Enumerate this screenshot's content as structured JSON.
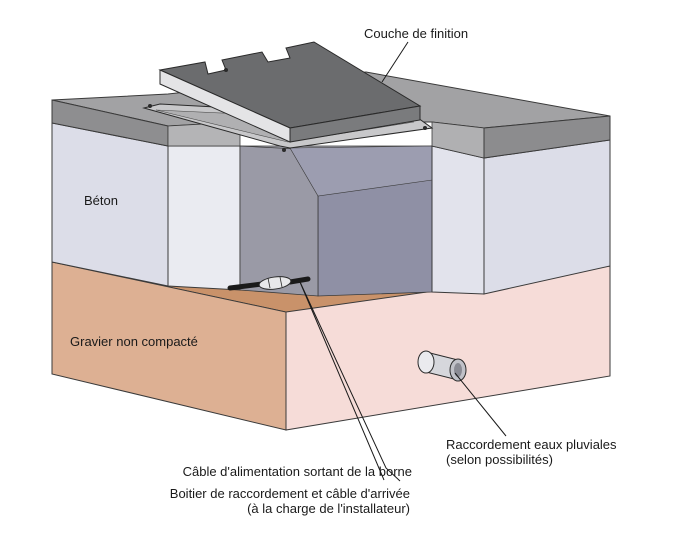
{
  "diagram": {
    "labels": {
      "finish_layer": "Couche de finition",
      "concrete": "Béton",
      "gravel": "Gravier non compacté",
      "rainwater_line1": "Raccordement eaux pluviales",
      "rainwater_line2": "(selon possibilités)",
      "cable": "Câble d'alimentation sortant de la borne",
      "junction_box_line1": "Boitier de raccordement et câble d'arrivée",
      "junction_box_line2": "(à la charge de l'installateur)"
    },
    "colors": {
      "finish_layer": "#9c9c9e",
      "concrete": "#dcdde8",
      "gravel": "#ddb093",
      "gravel_side": "#f6dcd8",
      "pit_wall": "#8f90a5",
      "cover_plate": "#6b6c6e",
      "lines": "#1a1a1a"
    }
  }
}
